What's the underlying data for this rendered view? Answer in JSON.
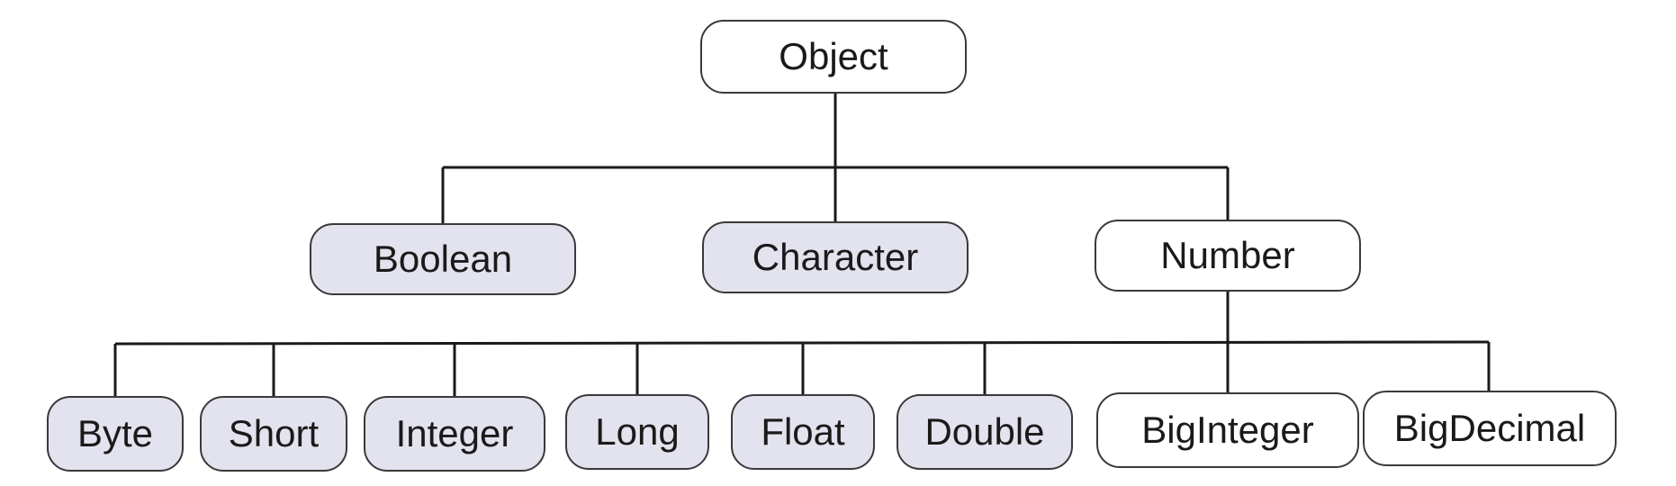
{
  "diagram": {
    "colors": {
      "wrapper_fill": "#e3e3ef",
      "plain_fill": "#ffffff",
      "border": "#3a3a3a",
      "line": "#1a1a1a"
    },
    "root": {
      "label": "Object",
      "style": "plain"
    },
    "level1": [
      {
        "label": "Boolean",
        "style": "wrapper"
      },
      {
        "label": "Character",
        "style": "wrapper"
      },
      {
        "label": "Number",
        "style": "plain"
      }
    ],
    "level2": [
      {
        "label": "Byte",
        "style": "wrapper"
      },
      {
        "label": "Short",
        "style": "wrapper"
      },
      {
        "label": "Integer",
        "style": "wrapper"
      },
      {
        "label": "Long",
        "style": "wrapper"
      },
      {
        "label": "Float",
        "style": "wrapper"
      },
      {
        "label": "Double",
        "style": "wrapper"
      },
      {
        "label": "BigInteger",
        "style": "plain"
      },
      {
        "label": "BigDecimal",
        "style": "plain"
      }
    ]
  }
}
